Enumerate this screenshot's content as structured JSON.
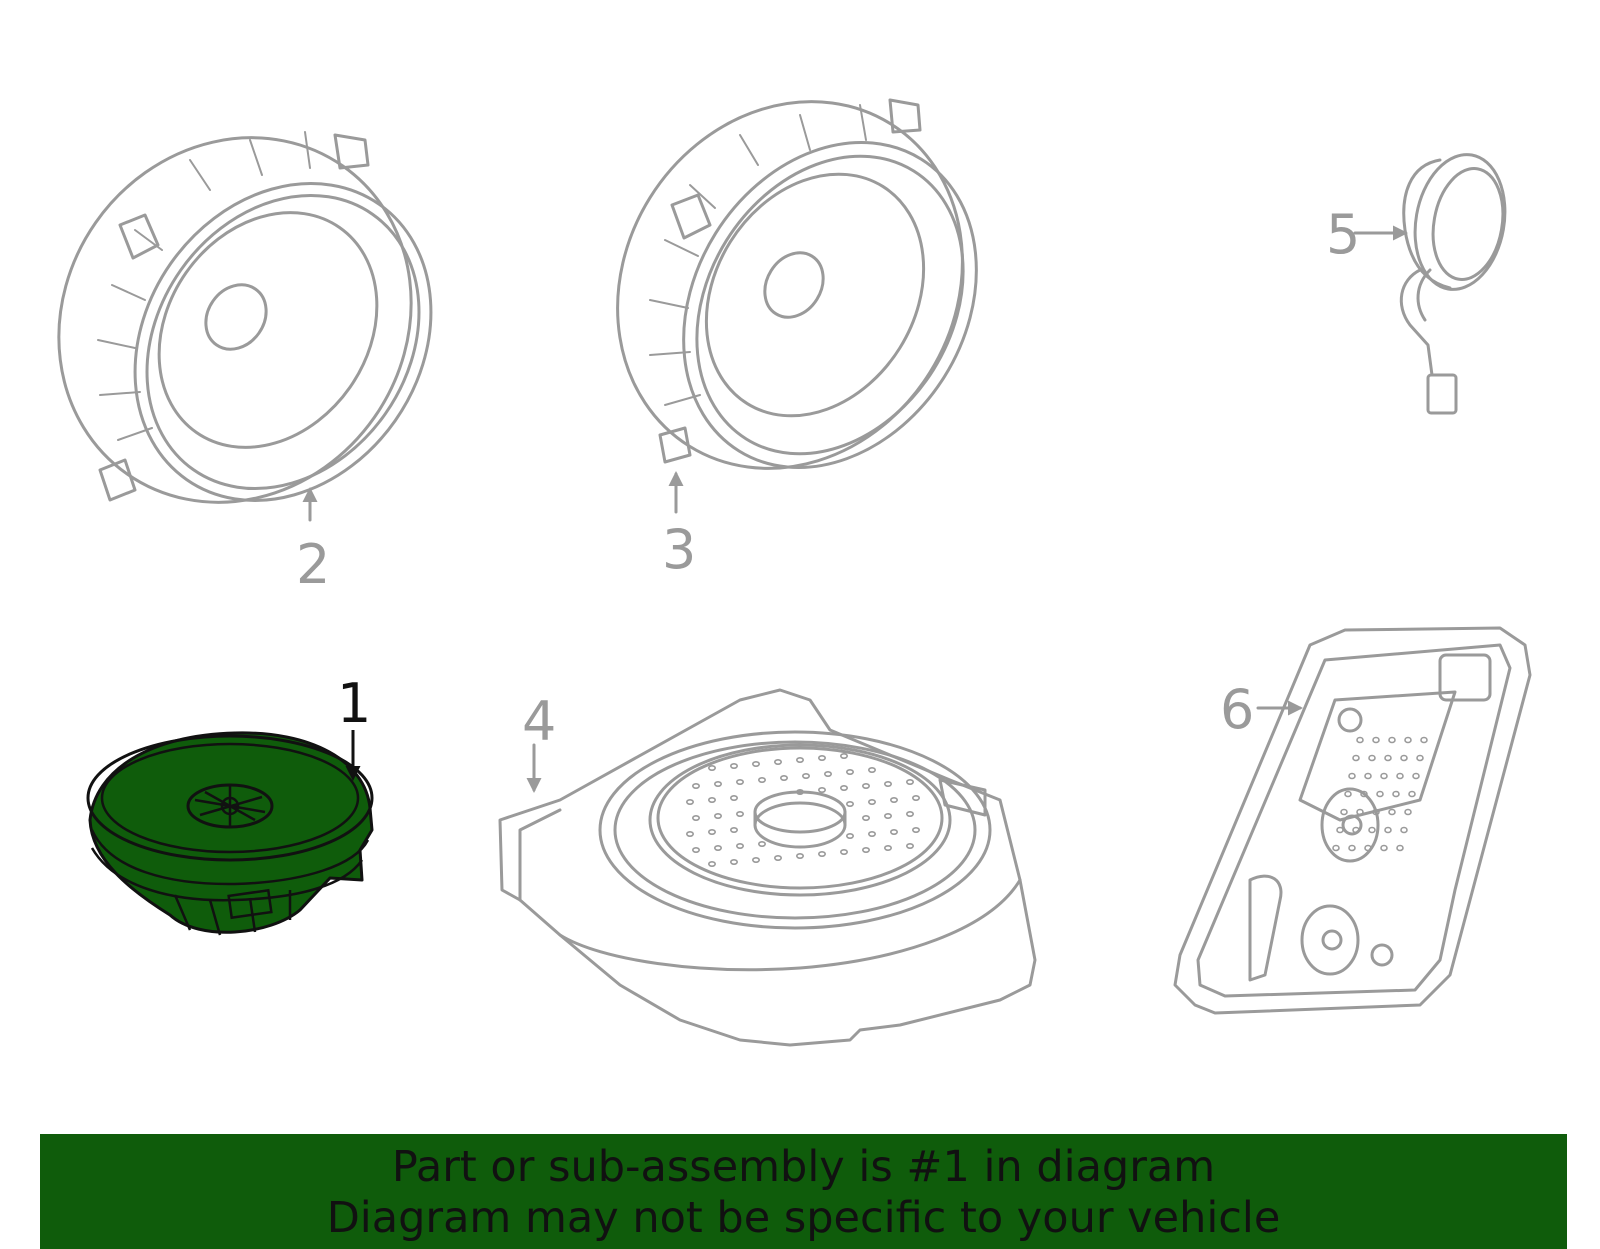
{
  "callouts": {
    "part_1": "1",
    "part_2": "2",
    "part_3": "3",
    "part_4": "4",
    "part_5": "5",
    "part_6": "6"
  },
  "highlight_color": "#0f5c0b",
  "banner": {
    "line1": "Part or sub-assembly is #1 in diagram",
    "line2": "Diagram may not be specific to your vehicle"
  }
}
